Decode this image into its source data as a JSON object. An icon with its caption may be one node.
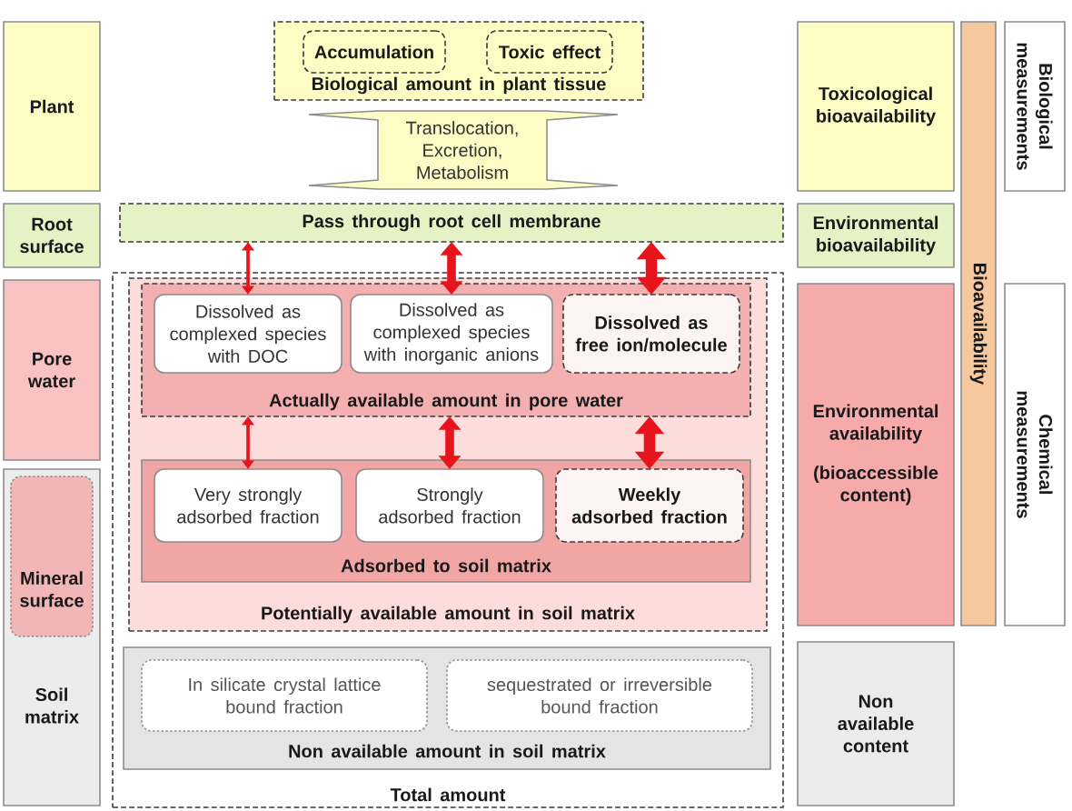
{
  "diagram": {
    "nodes": [
      {
        "text": [
          "Plant"
        ]
      },
      {
        "text": [
          "Root surface"
        ]
      },
      {
        "text": [
          "Pore water"
        ]
      },
      {
        "text": [
          "Soil matrix"
        ]
      },
      {
        "text": [
          "Mineral surface"
        ],
        "in": 3
      },
      {
        "text": [
          "Biological amount in plant tissue"
        ]
      },
      {
        "text": [
          "Accumulation"
        ],
        "in": 5
      },
      {
        "text": [
          "Toxic effect"
        ],
        "in": 5
      },
      {
        "text": [
          "Translocation, Excretion, Metabolism"
        ]
      },
      {
        "text": [
          "Pass through root cell membrane"
        ]
      },
      {
        "text": [
          "Total amount"
        ]
      },
      {
        "text": [
          "Potentially available amount in soil matrix"
        ],
        "in": 10
      },
      {
        "text": [
          "Actually available amount in pore water"
        ],
        "in": 11
      },
      {
        "text": [
          "Dissolved as complexed species with DOC"
        ],
        "in": 12
      },
      {
        "text": [
          "Dissolved as complexed species with inorganic anions"
        ],
        "in": 12
      },
      {
        "text": [
          "Dissolved as free ion/molecule"
        ],
        "in": 12
      },
      {
        "text": [
          "Adsorbed to soil matrix"
        ],
        "in": 11
      },
      {
        "text": [
          "Very strongly adsorbed fraction"
        ],
        "in": 16
      },
      {
        "text": [
          "Strongly adsorbed fraction"
        ],
        "in": 16
      },
      {
        "text": [
          "Weekly adsorbed fraction"
        ],
        "in": 16
      },
      {
        "text": [
          "Non available amount in soil matrix"
        ],
        "in": 10
      },
      {
        "text": [
          "In silicate crystal lattice bound fraction"
        ],
        "in": 20
      },
      {
        "text": [
          "sequestrated or irreversible bound fraction"
        ],
        "in": 20
      },
      {
        "text": [
          "Toxicological bioavailability"
        ]
      },
      {
        "text": [
          "Environmental bioavailability"
        ]
      },
      {
        "text": [
          "Environmental availability",
          "(bioaccessible content)"
        ]
      },
      {
        "text": [
          "Non available content"
        ]
      },
      {
        "text": [
          "Bioavailability"
        ]
      },
      {
        "text": [
          "Biological measurements"
        ]
      },
      {
        "text": [
          "Chemical measurements"
        ]
      }
    ],
    "edges": [
      {
        "from": 9,
        "to": 13,
        "arrow": "both"
      },
      {
        "from": 9,
        "to": 14,
        "arrow": "both"
      },
      {
        "from": 9,
        "to": 15,
        "arrow": "both"
      },
      {
        "from": 12,
        "to": 17,
        "arrow": "both"
      },
      {
        "from": 12,
        "to": 18,
        "arrow": "both"
      },
      {
        "from": 12,
        "to": 19,
        "arrow": "both"
      }
    ]
  }
}
